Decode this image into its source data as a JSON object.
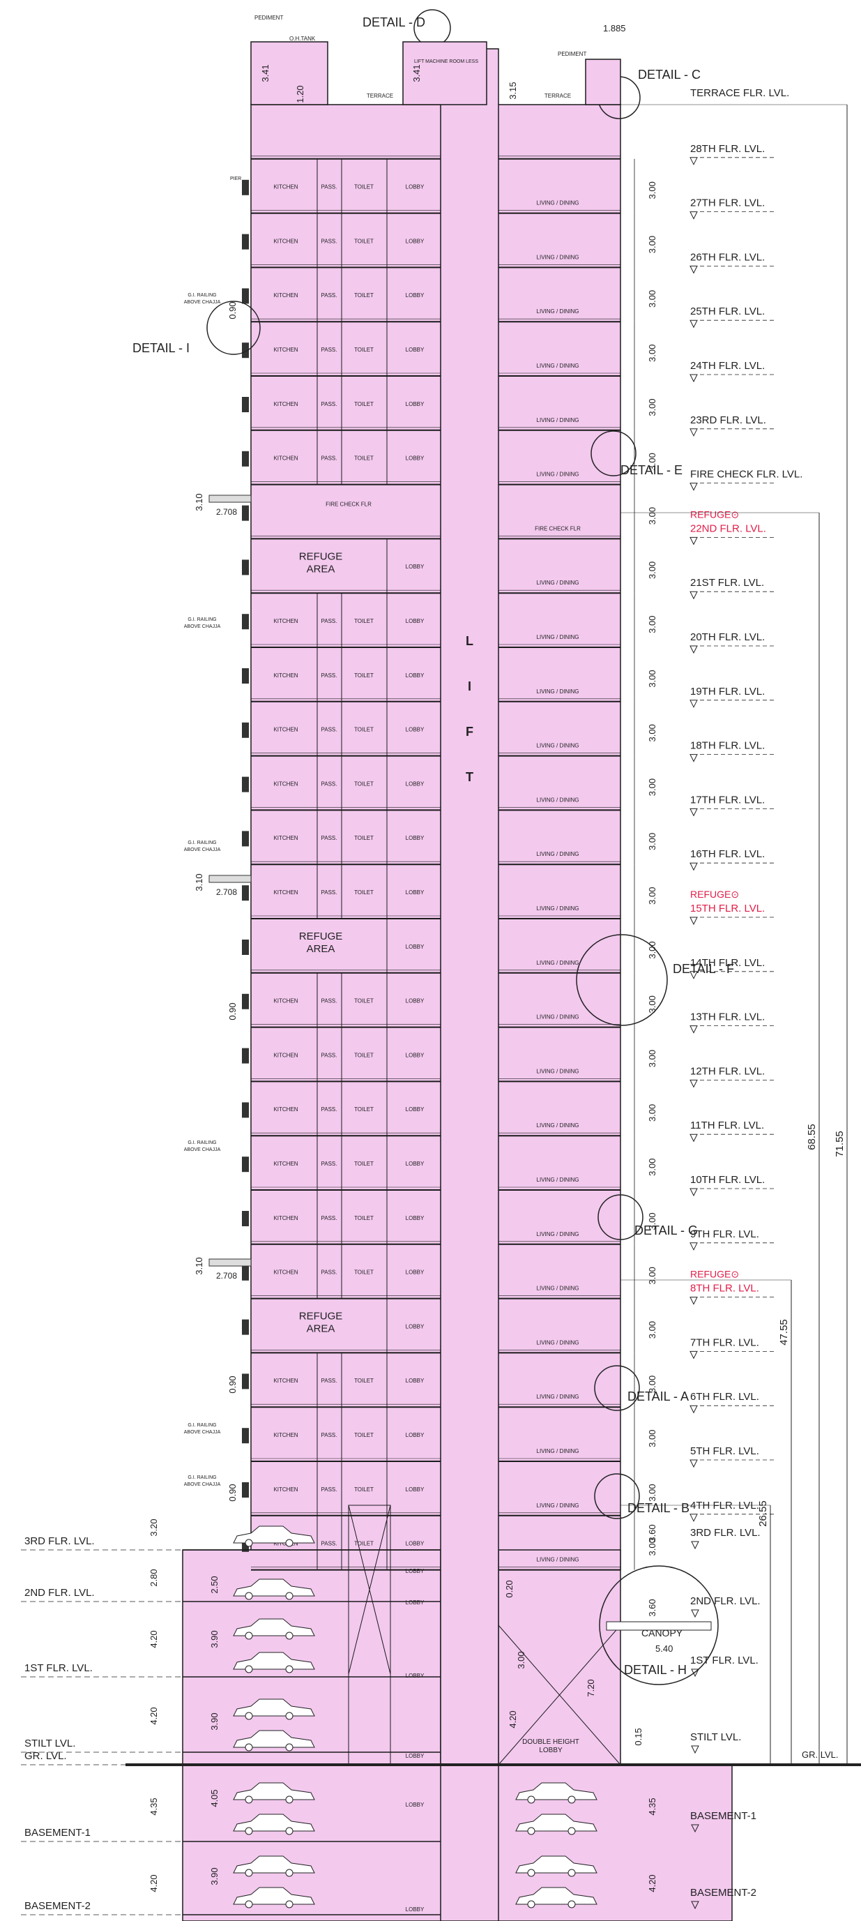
{
  "colors": {
    "building_fill": "#f3c9ee",
    "line": "#1a1a1a",
    "refuge_red": "#e11d48",
    "white": "#ffffff"
  },
  "top_labels": {
    "detail_d": "DETAIL - D",
    "detail_c": "DETAIL - C",
    "pediment_left": "PEDIMENT",
    "pediment_right": "PEDIMENT",
    "oh_tank": "O.H.TANK",
    "lift_machine": "LIFT MACHINE ROOM LESS",
    "terrace": "TERRACE",
    "top_width": "1.885",
    "height_341": "3.41",
    "height_120": "1.20",
    "height_315": "3.15"
  },
  "floors": [
    {
      "label": "TERRACE FLR. LVL.",
      "left": [
        "",
        "",
        "",
        ""
      ],
      "right": ""
    },
    {
      "label": "28TH FLR. LVL.",
      "left": [
        "KITCHEN",
        "PASS.",
        "TOILET",
        "LOBBY"
      ],
      "right": "LIVING / DINING"
    },
    {
      "label": "27TH FLR. LVL.",
      "left": [
        "KITCHEN",
        "PASS.",
        "TOILET",
        "LOBBY"
      ],
      "right": "LIVING / DINING"
    },
    {
      "label": "26TH FLR. LVL.",
      "left": [
        "KITCHEN",
        "PASS.",
        "TOILET",
        "LOBBY"
      ],
      "right": "LIVING / DINING"
    },
    {
      "label": "25TH FLR. LVL.",
      "left": [
        "KITCHEN",
        "PASS.",
        "TOILET",
        "LOBBY"
      ],
      "right": "LIVING / DINING"
    },
    {
      "label": "24TH FLR. LVL.",
      "left": [
        "KITCHEN",
        "PASS.",
        "TOILET",
        "LOBBY"
      ],
      "right": "LIVING / DINING"
    },
    {
      "label": "23RD FLR. LVL.",
      "left": [
        "KITCHEN",
        "PASS.",
        "TOILET",
        "LOBBY"
      ],
      "right": "LIVING / DINING"
    },
    {
      "label": "FIRE CHECK FLR. LVL.",
      "left": [
        "FIRE CHECK FLR"
      ],
      "right": "FIRE CHECK FLR"
    },
    {
      "label": "22ND FLR. LVL.",
      "refuge": "REFUGE",
      "left": [
        "REFUGE AREA",
        "LOBBY"
      ],
      "right": "LIVING / DINING"
    },
    {
      "label": "21ST FLR. LVL.",
      "left": [
        "KITCHEN",
        "PASS.",
        "TOILET",
        "LOBBY"
      ],
      "right": "LIVING / DINING"
    },
    {
      "label": "20TH FLR. LVL.",
      "left": [
        "KITCHEN",
        "PASS.",
        "TOILET",
        "LOBBY"
      ],
      "right": "LIVING / DINING"
    },
    {
      "label": "19TH FLR. LVL.",
      "left": [
        "KITCHEN",
        "PASS.",
        "TOILET",
        "LOBBY"
      ],
      "right": "LIVING / DINING"
    },
    {
      "label": "18TH FLR. LVL.",
      "left": [
        "KITCHEN",
        "PASS.",
        "TOILET",
        "LOBBY"
      ],
      "right": "LIVING / DINING"
    },
    {
      "label": "17TH FLR. LVL.",
      "left": [
        "KITCHEN",
        "PASS.",
        "TOILET",
        "LOBBY"
      ],
      "right": "LIVING / DINING"
    },
    {
      "label": "16TH FLR. LVL.",
      "left": [
        "KITCHEN",
        "PASS.",
        "TOILET",
        "LOBBY"
      ],
      "right": "LIVING / DINING"
    },
    {
      "label": "15TH FLR. LVL.",
      "refuge": "REFUGE",
      "left": [
        "REFUGE AREA",
        "LOBBY"
      ],
      "right": "LIVING / DINING"
    },
    {
      "label": "14TH FLR. LVL.",
      "left": [
        "KITCHEN",
        "PASS.",
        "TOILET",
        "LOBBY"
      ],
      "right": "LIVING / DINING"
    },
    {
      "label": "13TH FLR. LVL.",
      "left": [
        "KITCHEN",
        "PASS.",
        "TOILET",
        "LOBBY"
      ],
      "right": "LIVING / DINING"
    },
    {
      "label": "12TH FLR. LVL.",
      "left": [
        "KITCHEN",
        "PASS.",
        "TOILET",
        "LOBBY"
      ],
      "right": "LIVING / DINING"
    },
    {
      "label": "11TH FLR. LVL.",
      "left": [
        "KITCHEN",
        "PASS.",
        "TOILET",
        "LOBBY"
      ],
      "right": "LIVING / DINING"
    },
    {
      "label": "10TH FLR. LVL.",
      "left": [
        "KITCHEN",
        "PASS.",
        "TOILET",
        "LOBBY"
      ],
      "right": "LIVING / DINING"
    },
    {
      "label": "9TH FLR. LVL.",
      "left": [
        "KITCHEN",
        "PASS.",
        "TOILET",
        "LOBBY"
      ],
      "right": "LIVING / DINING"
    },
    {
      "label": "8TH FLR. LVL.",
      "refuge": "REFUGE",
      "left": [
        "REFUGE AREA",
        "LOBBY"
      ],
      "right": "LIVING / DINING"
    },
    {
      "label": "7TH FLR. LVL.",
      "left": [
        "KITCHEN",
        "PASS.",
        "TOILET",
        "LOBBY"
      ],
      "right": "LIVING / DINING"
    },
    {
      "label": "6TH FLR. LVL.",
      "left": [
        "KITCHEN",
        "PASS.",
        "TOILET",
        "LOBBY"
      ],
      "right": "LIVING / DINING"
    },
    {
      "label": "5TH FLR. LVL.",
      "left": [
        "KITCHEN",
        "PASS.",
        "TOILET",
        "LOBBY"
      ],
      "right": "LIVING / DINING"
    },
    {
      "label": "4TH FLR. LVL.",
      "left": [
        "KITCHEN",
        "PASS.",
        "TOILET",
        "LOBBY"
      ],
      "right": "LIVING / DINING"
    }
  ],
  "floor_height_label": "3.00",
  "lift_letters": [
    "L",
    "I",
    "F",
    "T"
  ],
  "left_detail_i": "DETAIL - I",
  "right_details": [
    "DETAIL - E",
    "DETAIL - F",
    "DETAIL - G",
    "DETAIL - A",
    "DETAIL - B",
    "DETAIL - H"
  ],
  "annotations": {
    "railing": "G.I. RAILING ABOVE CHAJJA",
    "pier": "PIER",
    "dim_090": "0.90",
    "dim_310": "3.10",
    "dim_2708": "2.708",
    "dim_020": "0.20",
    "dim_015": "0.15",
    "canopy": "CANOPY",
    "canopy_w": "5.40",
    "double_height": "DOUBLE HEIGHT LOBBY",
    "lobby": "LOBBY"
  },
  "podium_levels": [
    {
      "label": "3RD FLR. LVL.",
      "side": "left"
    },
    {
      "label": "2ND FLR. LVL.",
      "side": "left"
    },
    {
      "label": "1ST FLR. LVL.",
      "side": "left"
    },
    {
      "label": "STILT LVL.",
      "side": "left"
    },
    {
      "label": "GR. LVL.",
      "side": "left"
    },
    {
      "label": "BASEMENT-1",
      "side": "left"
    },
    {
      "label": "BASEMENT-2",
      "side": "left"
    }
  ],
  "podium_right": [
    "3RD FLR. LVL.",
    "2ND FLR. LVL.",
    "1ST FLR. LVL.",
    "STILT LVL.",
    "GR. LVL.",
    "BASEMENT-1",
    "BASEMENT-2"
  ],
  "podium_dims_outer": [
    "3.20",
    "2.80",
    "4.20",
    "4.20",
    "4.35",
    "4.20"
  ],
  "podium_dims_inner": [
    "2.50",
    "3.90",
    "3.90",
    "4.05",
    "3.90"
  ],
  "core_dims": [
    "3.60",
    "3.60",
    "4.20",
    "7.20",
    "3.00",
    "4.35",
    "4.20"
  ],
  "overall_dims": [
    "71.55",
    "68.55",
    "47.55",
    "26.55"
  ]
}
